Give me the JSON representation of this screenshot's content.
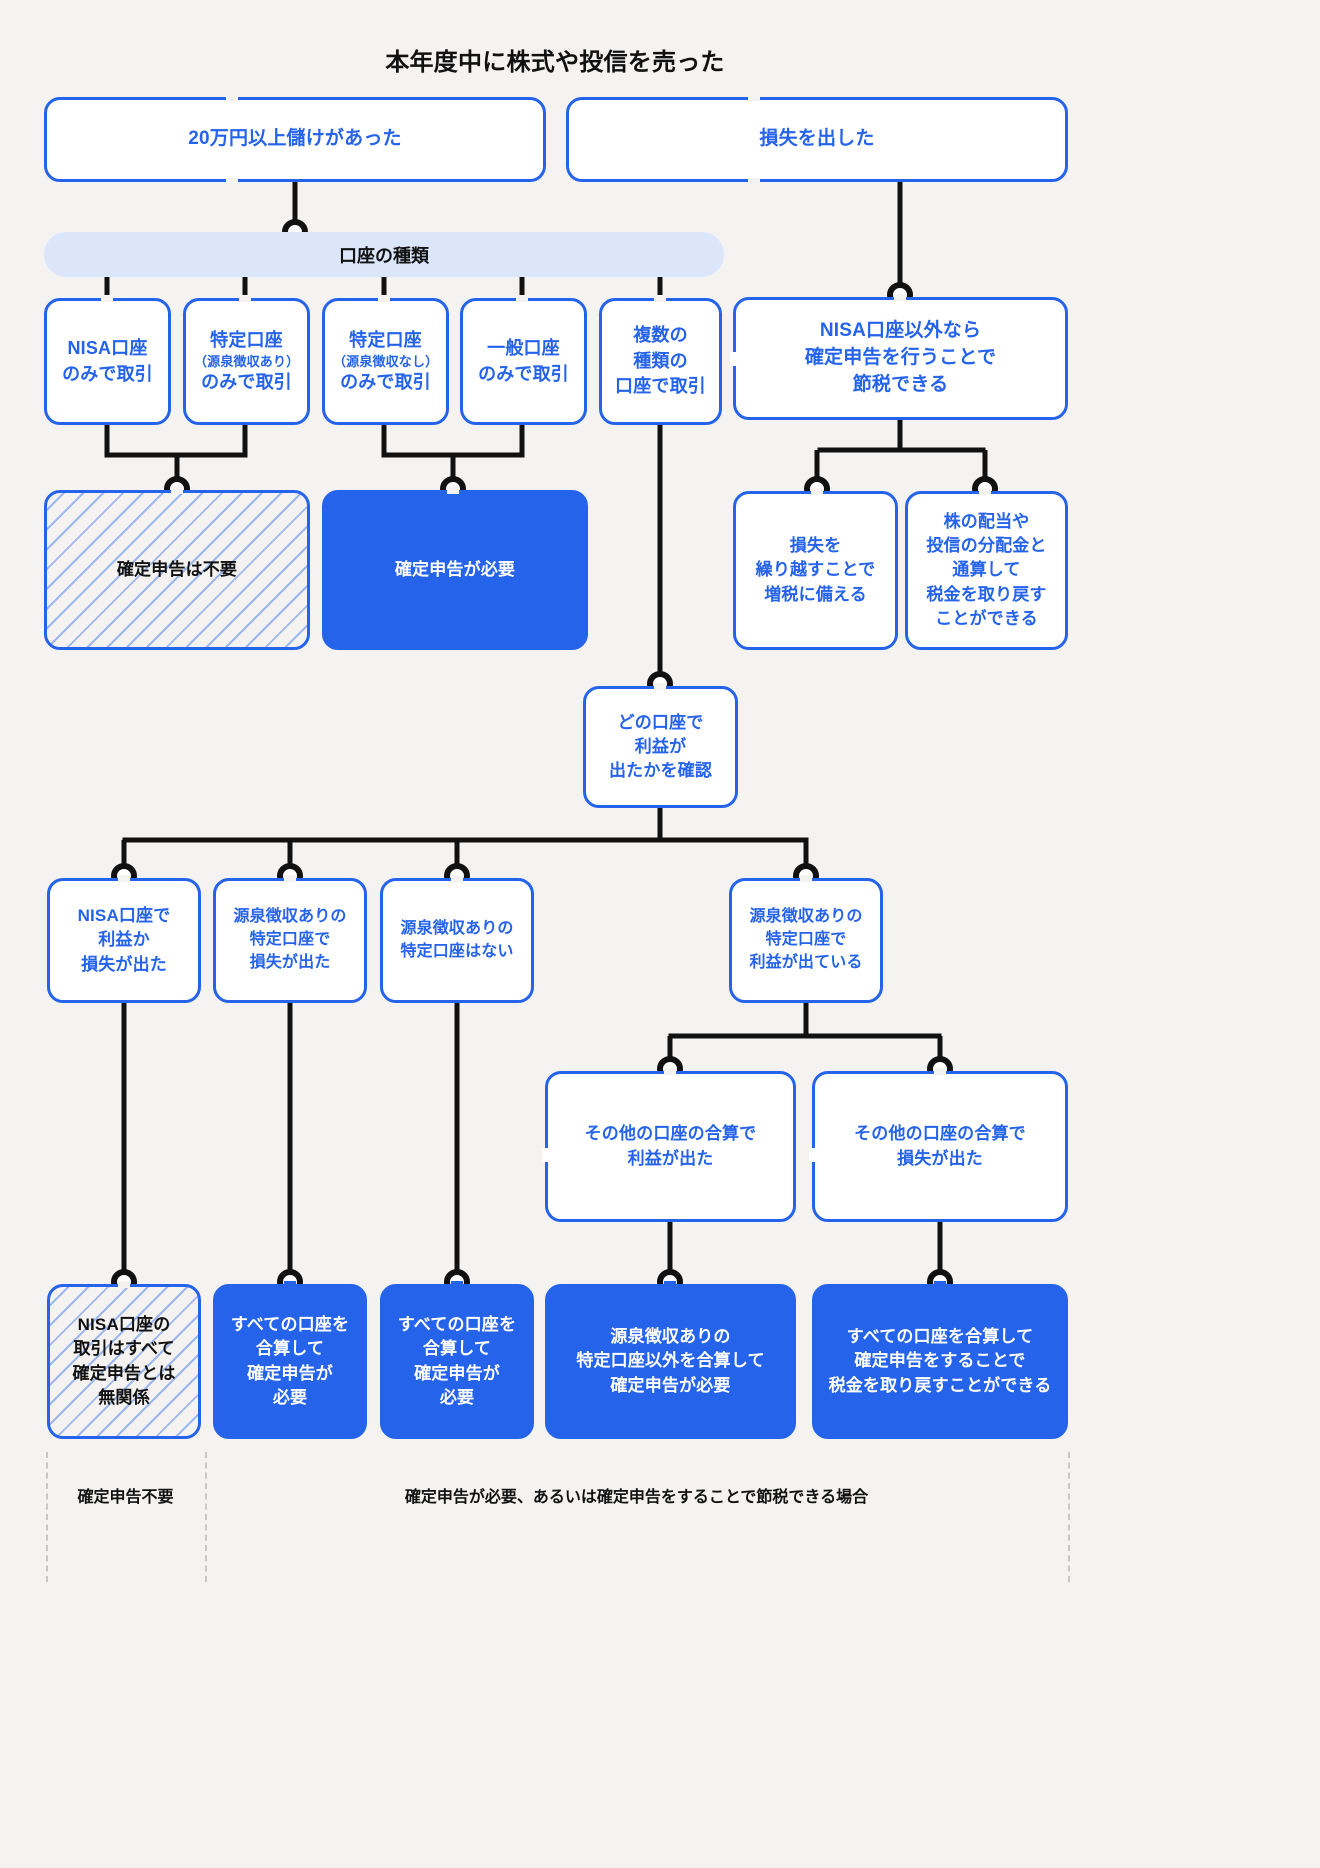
{
  "title": "本年度中に株式や投信を売った",
  "colors": {
    "accent": "#2563eb",
    "banner_bg": "#dbe6fb",
    "page_bg": "#f4f3f2",
    "connector": "#111111",
    "text_dark": "#111111"
  },
  "top_branches": [
    {
      "id": "profit",
      "label": "20万円以上儲けがあった"
    },
    {
      "id": "loss",
      "label": "損失を出した"
    }
  ],
  "banner": {
    "label": "口座の種類"
  },
  "account_types": [
    {
      "id": "nisa-only",
      "line1": "NISA口座",
      "sub": "",
      "line2": "のみで取引"
    },
    {
      "id": "tokutei-with",
      "line1": "特定口座",
      "sub": "（源泉徴収あり）",
      "line2": "のみで取引"
    },
    {
      "id": "tokutei-without",
      "line1": "特定口座",
      "sub": "（源泉徴収なし）",
      "line2": "のみで取引"
    },
    {
      "id": "ippan-only",
      "line1": "一般口座",
      "sub": "",
      "line2": "のみで取引"
    },
    {
      "id": "multiple",
      "line1": "複数の\n種類の\n口座で取引",
      "sub": "",
      "line2": ""
    }
  ],
  "outcomes_upper": [
    {
      "id": "no-filing",
      "label": "確定申告は不要",
      "style": "hatch"
    },
    {
      "id": "need-filing",
      "label": "確定申告が必要",
      "style": "fill"
    }
  ],
  "loss_branch": {
    "headline": "NISA口座以外なら\n確定申告を行うことで\n節税できる",
    "children": [
      {
        "id": "carry-forward",
        "label": "損失を\n繰り越すことで\n増税に備える"
      },
      {
        "id": "offset-dividends",
        "label": "株の配当や\n投信の分配金と\n通算して\n税金を取り戻す\nことができる"
      }
    ]
  },
  "check_node": {
    "id": "check-which-account",
    "label": "どの口座で\n利益が\n出たかを確認"
  },
  "check_children": [
    {
      "id": "nisa-profit-loss",
      "label": "NISA口座で\n利益か\n損失が出た"
    },
    {
      "id": "withholding-loss",
      "label": "源泉徴収ありの\n特定口座で\n損失が出た"
    },
    {
      "id": "no-withholding-acct",
      "label": "源泉徴収ありの\n特定口座はない"
    },
    {
      "id": "withholding-profit",
      "label": "源泉徴収ありの\n特定口座で\n利益が出ている"
    }
  ],
  "withholding_profit_children": [
    {
      "id": "other-accounts-profit",
      "label": "その他の口座の合算で\n利益が出た"
    },
    {
      "id": "other-accounts-loss",
      "label": "その他の口座の合算で\n損失が出た"
    }
  ],
  "outcomes_lower": [
    {
      "id": "nisa-irrelevant",
      "label": "NISA口座の\n取引はすべて\n確定申告とは\n無関係",
      "style": "hatch"
    },
    {
      "id": "sum-all-1",
      "label": "すべての口座を\n合算して\n確定申告が\n必要",
      "style": "fill"
    },
    {
      "id": "sum-all-2",
      "label": "すべての口座を\n合算して\n確定申告が\n必要",
      "style": "fill"
    },
    {
      "id": "sum-except",
      "label": "源泉徴収ありの\n特定口座以外を合算して\n確定申告が必要",
      "style": "fill"
    },
    {
      "id": "sum-all-refund",
      "label": "すべての口座を合算して\n確定申告をすることで\n税金を取り戻すことができる",
      "style": "fill"
    }
  ],
  "legend": [
    {
      "id": "legend-no-filing",
      "label": "確定申告不要"
    },
    {
      "id": "legend-filing",
      "label": "確定申告が必要、あるいは確定申告をすることで節税できる場合"
    }
  ]
}
